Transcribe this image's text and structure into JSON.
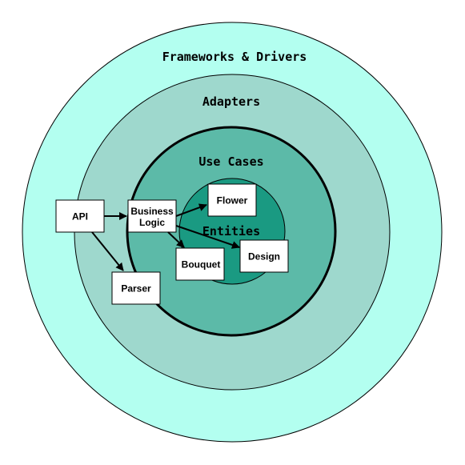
{
  "colors": {
    "frameworks_fill": "#b3fff0",
    "adapters_fill": "#9ed8cd",
    "use_cases_fill": "#5cbaa8",
    "entities_fill": "#1a9a82",
    "outline": "#000000",
    "box_fill": "#ffffff"
  },
  "rings": {
    "frameworks": "Frameworks & Drivers",
    "adapters": "Adapters",
    "use_cases": "Use Cases",
    "entities": "Entities"
  },
  "boxes": {
    "api": "API",
    "parser": "Parser",
    "business_logic_line1": "Business",
    "business_logic_line2": "Logic",
    "flower": "Flower",
    "bouquet": "Bouquet",
    "design": "Design"
  },
  "connections": [
    {
      "from": "API",
      "to": "Business Logic"
    },
    {
      "from": "API",
      "to": "Parser"
    },
    {
      "from": "Business Logic",
      "to": "Flower"
    },
    {
      "from": "Business Logic",
      "to": "Bouquet"
    },
    {
      "from": "Business Logic",
      "to": "Design"
    }
  ]
}
